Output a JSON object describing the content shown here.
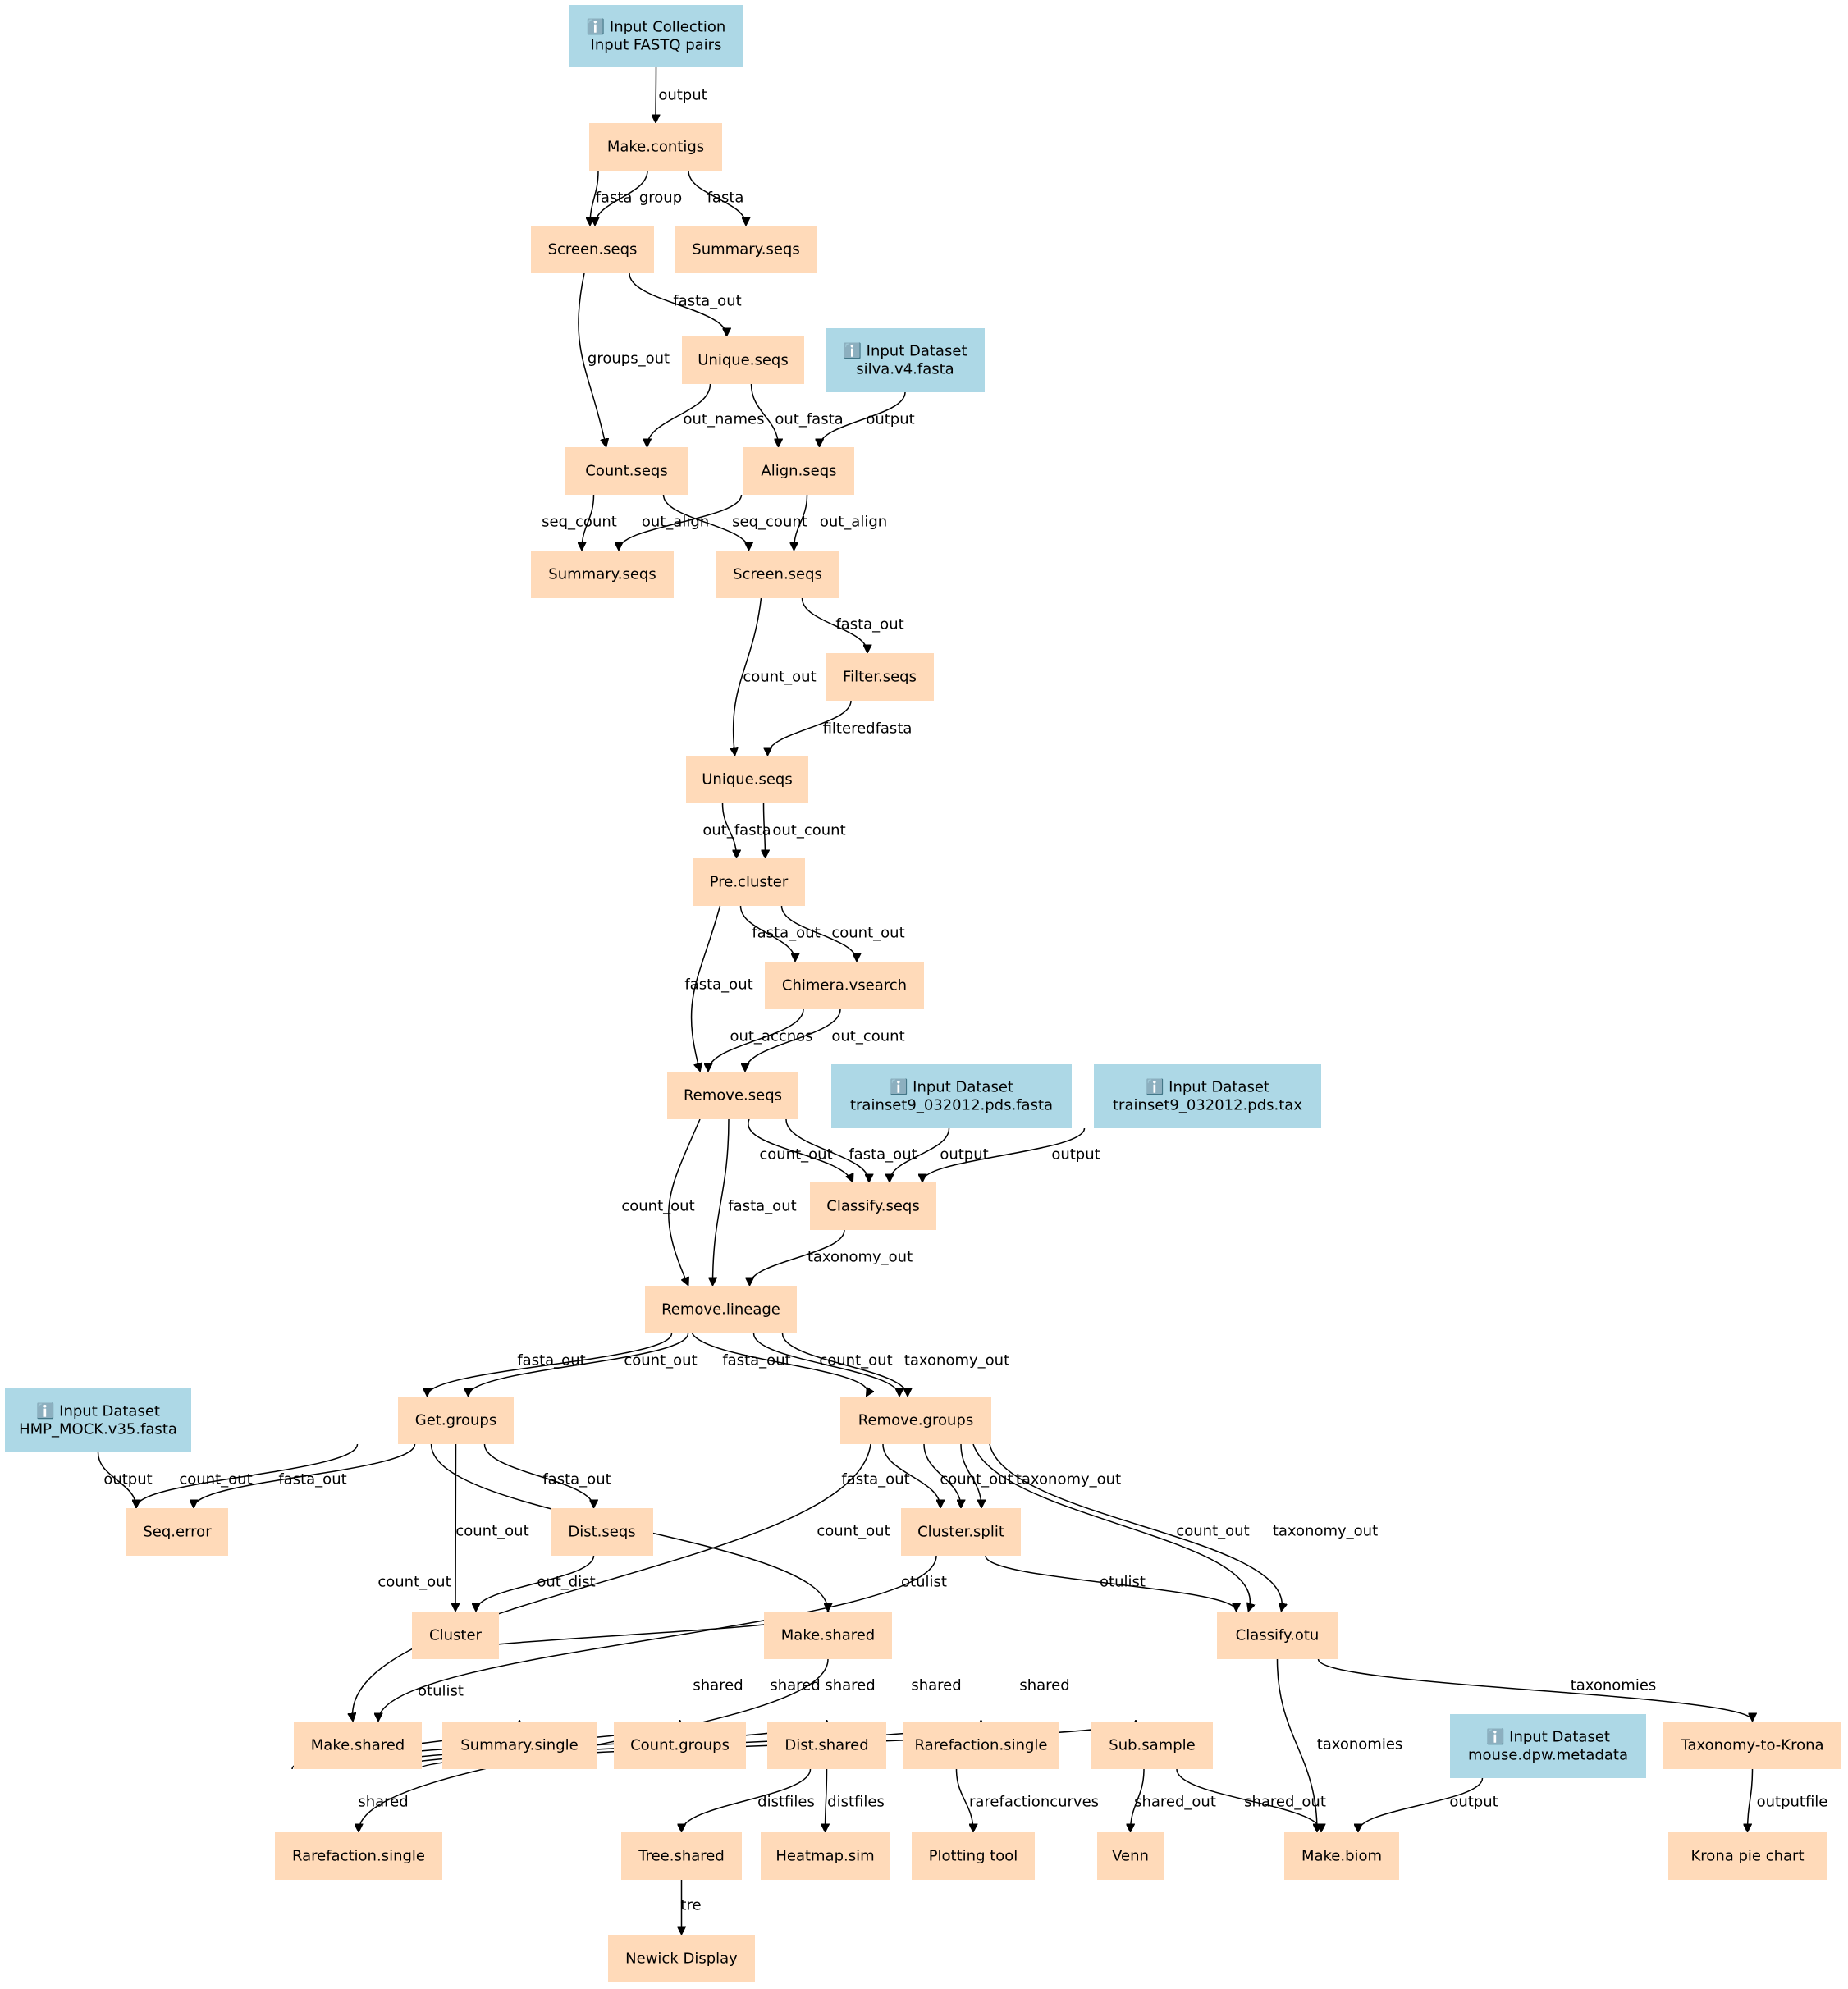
{
  "colors": {
    "input": "#add8e6",
    "tool": "#ffdab9",
    "edge": "#000000"
  },
  "nodes": [
    {
      "id": "n0",
      "kind": "input",
      "lines": [
        "ℹ️ Input Collection",
        "Input FASTQ pairs"
      ]
    },
    {
      "id": "n1",
      "kind": "tool",
      "lines": [
        "Make.contigs"
      ]
    },
    {
      "id": "n2",
      "kind": "tool",
      "lines": [
        "Screen.seqs"
      ]
    },
    {
      "id": "n3",
      "kind": "tool",
      "lines": [
        "Summary.seqs"
      ]
    },
    {
      "id": "n4",
      "kind": "tool",
      "lines": [
        "Unique.seqs"
      ]
    },
    {
      "id": "n5",
      "kind": "input",
      "lines": [
        "ℹ️ Input Dataset",
        "silva.v4.fasta"
      ]
    },
    {
      "id": "n6",
      "kind": "tool",
      "lines": [
        "Count.seqs"
      ]
    },
    {
      "id": "n7",
      "kind": "tool",
      "lines": [
        "Align.seqs"
      ]
    },
    {
      "id": "n8",
      "kind": "tool",
      "lines": [
        "Summary.seqs"
      ]
    },
    {
      "id": "n9",
      "kind": "tool",
      "lines": [
        "Screen.seqs"
      ]
    },
    {
      "id": "n10",
      "kind": "tool",
      "lines": [
        "Filter.seqs"
      ]
    },
    {
      "id": "n11",
      "kind": "tool",
      "lines": [
        "Unique.seqs"
      ]
    },
    {
      "id": "n12",
      "kind": "tool",
      "lines": [
        "Pre.cluster"
      ]
    },
    {
      "id": "n13",
      "kind": "tool",
      "lines": [
        "Chimera.vsearch"
      ]
    },
    {
      "id": "n14",
      "kind": "tool",
      "lines": [
        "Remove.seqs"
      ]
    },
    {
      "id": "n15",
      "kind": "input",
      "lines": [
        "ℹ️ Input Dataset",
        "trainset9_032012.pds.fasta"
      ]
    },
    {
      "id": "n16",
      "kind": "input",
      "lines": [
        "ℹ️ Input Dataset",
        "trainset9_032012.pds.tax"
      ]
    },
    {
      "id": "n17",
      "kind": "tool",
      "lines": [
        "Classify.seqs"
      ]
    },
    {
      "id": "n18",
      "kind": "tool",
      "lines": [
        "Remove.lineage"
      ]
    },
    {
      "id": "n19",
      "kind": "input",
      "lines": [
        "ℹ️ Input Dataset",
        "HMP_MOCK.v35.fasta"
      ]
    },
    {
      "id": "n20",
      "kind": "tool",
      "lines": [
        "Get.groups"
      ]
    },
    {
      "id": "n21",
      "kind": "tool",
      "lines": [
        "Remove.groups"
      ]
    },
    {
      "id": "n22",
      "kind": "tool",
      "lines": [
        "Seq.error"
      ]
    },
    {
      "id": "n23",
      "kind": "tool",
      "lines": [
        "Dist.seqs"
      ]
    },
    {
      "id": "n24",
      "kind": "tool",
      "lines": [
        "Cluster.split"
      ]
    },
    {
      "id": "n25",
      "kind": "tool",
      "lines": [
        "Cluster"
      ]
    },
    {
      "id": "n26",
      "kind": "tool",
      "lines": [
        "Make.shared"
      ]
    },
    {
      "id": "n27",
      "kind": "tool",
      "lines": [
        "Classify.otu"
      ]
    },
    {
      "id": "n28",
      "kind": "tool",
      "lines": [
        "Make.shared"
      ]
    },
    {
      "id": "n29",
      "kind": "tool",
      "lines": [
        "Summary.single"
      ]
    },
    {
      "id": "n30",
      "kind": "tool",
      "lines": [
        "Count.groups"
      ]
    },
    {
      "id": "n31",
      "kind": "tool",
      "lines": [
        "Dist.shared"
      ]
    },
    {
      "id": "n32",
      "kind": "tool",
      "lines": [
        "Rarefaction.single"
      ]
    },
    {
      "id": "n33",
      "kind": "tool",
      "lines": [
        "Sub.sample"
      ]
    },
    {
      "id": "n34",
      "kind": "input",
      "lines": [
        "ℹ️ Input Dataset",
        "mouse.dpw.metadata"
      ]
    },
    {
      "id": "n35",
      "kind": "tool",
      "lines": [
        "Taxonomy-to-Krona"
      ]
    },
    {
      "id": "n36",
      "kind": "tool",
      "lines": [
        "Rarefaction.single"
      ]
    },
    {
      "id": "n37",
      "kind": "tool",
      "lines": [
        "Tree.shared"
      ]
    },
    {
      "id": "n38",
      "kind": "tool",
      "lines": [
        "Heatmap.sim"
      ]
    },
    {
      "id": "n39",
      "kind": "tool",
      "lines": [
        "Plotting tool"
      ]
    },
    {
      "id": "n40",
      "kind": "tool",
      "lines": [
        "Venn"
      ]
    },
    {
      "id": "n41",
      "kind": "tool",
      "lines": [
        "Make.biom"
      ]
    },
    {
      "id": "n42",
      "kind": "tool",
      "lines": [
        "Krona pie chart"
      ]
    },
    {
      "id": "n43",
      "kind": "tool",
      "lines": [
        "Newick Display"
      ]
    }
  ],
  "edges": [
    {
      "from": "n0",
      "to": "n1",
      "label": "output"
    },
    {
      "from": "n1",
      "to": "n2",
      "label": "fasta"
    },
    {
      "from": "n1",
      "to": "n2",
      "label": "group"
    },
    {
      "from": "n1",
      "to": "n3",
      "label": "fasta"
    },
    {
      "from": "n2",
      "to": "n4",
      "label": "fasta_out"
    },
    {
      "from": "n2",
      "to": "n6",
      "label": "groups_out"
    },
    {
      "from": "n4",
      "to": "n6",
      "label": "out_names"
    },
    {
      "from": "n4",
      "to": "n7",
      "label": "out_fasta"
    },
    {
      "from": "n5",
      "to": "n7",
      "label": "output"
    },
    {
      "from": "n6",
      "to": "n8",
      "label": "seq_count"
    },
    {
      "from": "n7",
      "to": "n8",
      "label": "out_align"
    },
    {
      "from": "n6",
      "to": "n9",
      "label": "seq_count"
    },
    {
      "from": "n7",
      "to": "n9",
      "label": "out_align"
    },
    {
      "from": "n9",
      "to": "n10",
      "label": "fasta_out"
    },
    {
      "from": "n9",
      "to": "n11",
      "label": "count_out"
    },
    {
      "from": "n10",
      "to": "n11",
      "label": "filteredfasta"
    },
    {
      "from": "n11",
      "to": "n12",
      "label": "out_fasta"
    },
    {
      "from": "n11",
      "to": "n12",
      "label": "out_count"
    },
    {
      "from": "n12",
      "to": "n13",
      "label": "fasta_out"
    },
    {
      "from": "n12",
      "to": "n13",
      "label": "count_out"
    },
    {
      "from": "n12",
      "to": "n14",
      "label": "fasta_out"
    },
    {
      "from": "n13",
      "to": "n14",
      "label": "out_accnos"
    },
    {
      "from": "n13",
      "to": "n14",
      "label": "out_count"
    },
    {
      "from": "n14",
      "to": "n17",
      "label": "count_out"
    },
    {
      "from": "n14",
      "to": "n17",
      "label": "fasta_out"
    },
    {
      "from": "n15",
      "to": "n17",
      "label": "output"
    },
    {
      "from": "n16",
      "to": "n17",
      "label": "output"
    },
    {
      "from": "n14",
      "to": "n18",
      "label": "count_out"
    },
    {
      "from": "n14",
      "to": "n18",
      "label": "fasta_out"
    },
    {
      "from": "n17",
      "to": "n18",
      "label": "taxonomy_out"
    },
    {
      "from": "n18",
      "to": "n20",
      "label": "fasta_out"
    },
    {
      "from": "n18",
      "to": "n20",
      "label": "count_out"
    },
    {
      "from": "n18",
      "to": "n21",
      "label": "fasta_out"
    },
    {
      "from": "n18",
      "to": "n21",
      "label": "count_out"
    },
    {
      "from": "n18",
      "to": "n21",
      "label": "taxonomy_out"
    },
    {
      "from": "n19",
      "to": "n22",
      "label": "output"
    },
    {
      "from": "n20",
      "to": "n22",
      "label": "count_out"
    },
    {
      "from": "n20",
      "to": "n22",
      "label": "fasta_out"
    },
    {
      "from": "n20",
      "to": "n23",
      "label": "fasta_out"
    },
    {
      "from": "n20",
      "to": "n25",
      "label": "count_out"
    },
    {
      "from": "n20",
      "to": "n26",
      "label": "count_out"
    },
    {
      "from": "n23",
      "to": "n25",
      "label": "out_dist"
    },
    {
      "from": "n25",
      "to": "n26",
      "label": "otulist"
    },
    {
      "from": "n26",
      "to": "n36",
      "label": "shared"
    },
    {
      "from": "n21",
      "to": "n24",
      "label": "fasta_out"
    },
    {
      "from": "n21",
      "to": "n24",
      "label": "count_out"
    },
    {
      "from": "n21",
      "to": "n24",
      "label": "taxonomy_out"
    },
    {
      "from": "n21",
      "to": "n28",
      "label": "count_out"
    },
    {
      "from": "n21",
      "to": "n27",
      "label": "count_out"
    },
    {
      "from": "n21",
      "to": "n27",
      "label": "taxonomy_out"
    },
    {
      "from": "n24",
      "to": "n28",
      "label": "otulist"
    },
    {
      "from": "n24",
      "to": "n27",
      "label": "otulist"
    },
    {
      "from": "n28",
      "to": "n29",
      "label": "shared"
    },
    {
      "from": "n28",
      "to": "n30",
      "label": "shared"
    },
    {
      "from": "n28",
      "to": "n31",
      "label": "shared"
    },
    {
      "from": "n28",
      "to": "n32",
      "label": "shared"
    },
    {
      "from": "n28",
      "to": "n33",
      "label": "shared"
    },
    {
      "from": "n27",
      "to": "n41",
      "label": "taxonomies"
    },
    {
      "from": "n27",
      "to": "n35",
      "label": "taxonomies"
    },
    {
      "from": "n31",
      "to": "n37",
      "label": "distfiles"
    },
    {
      "from": "n31",
      "to": "n38",
      "label": "distfiles"
    },
    {
      "from": "n32",
      "to": "n39",
      "label": "rarefactioncurves"
    },
    {
      "from": "n33",
      "to": "n40",
      "label": "shared_out"
    },
    {
      "from": "n33",
      "to": "n41",
      "label": "shared_out"
    },
    {
      "from": "n34",
      "to": "n41",
      "label": "output"
    },
    {
      "from": "n35",
      "to": "n42",
      "label": "outputfile"
    },
    {
      "from": "n37",
      "to": "n43",
      "label": "tre"
    }
  ]
}
